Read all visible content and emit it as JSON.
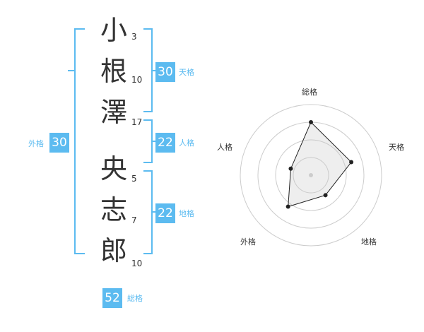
{
  "name": {
    "characters": [
      {
        "char": "小",
        "strokes": "3"
      },
      {
        "char": "根",
        "strokes": "10"
      },
      {
        "char": "澤",
        "strokes": "17"
      },
      {
        "char": "央",
        "strokes": "5"
      },
      {
        "char": "志",
        "strokes": "7"
      },
      {
        "char": "郎",
        "strokes": "10"
      }
    ]
  },
  "fortune": {
    "tenkaku": {
      "value": "30",
      "label": "天格"
    },
    "jinkaku": {
      "value": "22",
      "label": "人格"
    },
    "chikaku": {
      "value": "22",
      "label": "地格"
    },
    "gaikaku": {
      "value": "30",
      "label": "外格"
    },
    "soukaku": {
      "value": "52",
      "label": "総格"
    }
  },
  "colors": {
    "accent": "#5cbbf0",
    "text": "#333333",
    "ring": "#cccccc"
  },
  "chart_data": {
    "type": "radar",
    "axes": [
      "総格",
      "天格",
      "地格",
      "外格",
      "人格"
    ],
    "values": [
      0.75,
      0.6,
      0.35,
      0.55,
      0.3
    ],
    "rings": 4,
    "max": 1
  }
}
